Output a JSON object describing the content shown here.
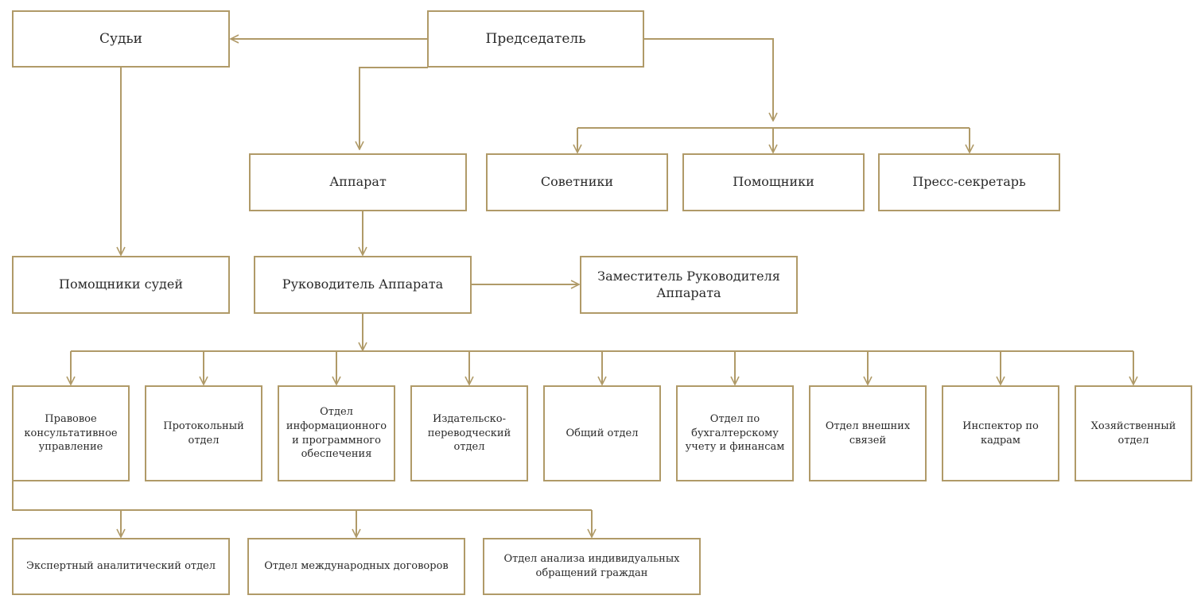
{
  "accent_color": "#b09a68",
  "nodes": {
    "chairman": "Председатель",
    "judges": "Судьи",
    "apparatus": "Аппарат",
    "advisers": "Советники",
    "assistants": "Помощники",
    "press_secretary": "Пресс-секретарь",
    "judges_assistants": "Помощники судей",
    "head_of_apparatus": "Руководитель Аппарата",
    "deputy_head_of_apparatus": "Заместитель Руководителя Аппарата",
    "legal_advisory_department": "Правовое консультативное управление",
    "protocol_department": "Протокольный отдел",
    "it_department": "Отдел информационного и программного обеспечения",
    "publishing_translation_department": "Издательско-переводческий отдел",
    "general_department": "Общий отдел",
    "accounting_finance_department": "Отдел по бухгалтерскому учету и финансам",
    "external_relations_department": "Отдел внешних связей",
    "hr_inspector": "Инспектор по кадрам",
    "maintenance_department": "Хозяйственный отдел",
    "expert_analytical_department": "Экспертный аналитический отдел",
    "international_treaties_department": "Отдел международных договоров",
    "citizens_appeals_department": "Отдел анализа индивидуальных обращений граждан"
  }
}
